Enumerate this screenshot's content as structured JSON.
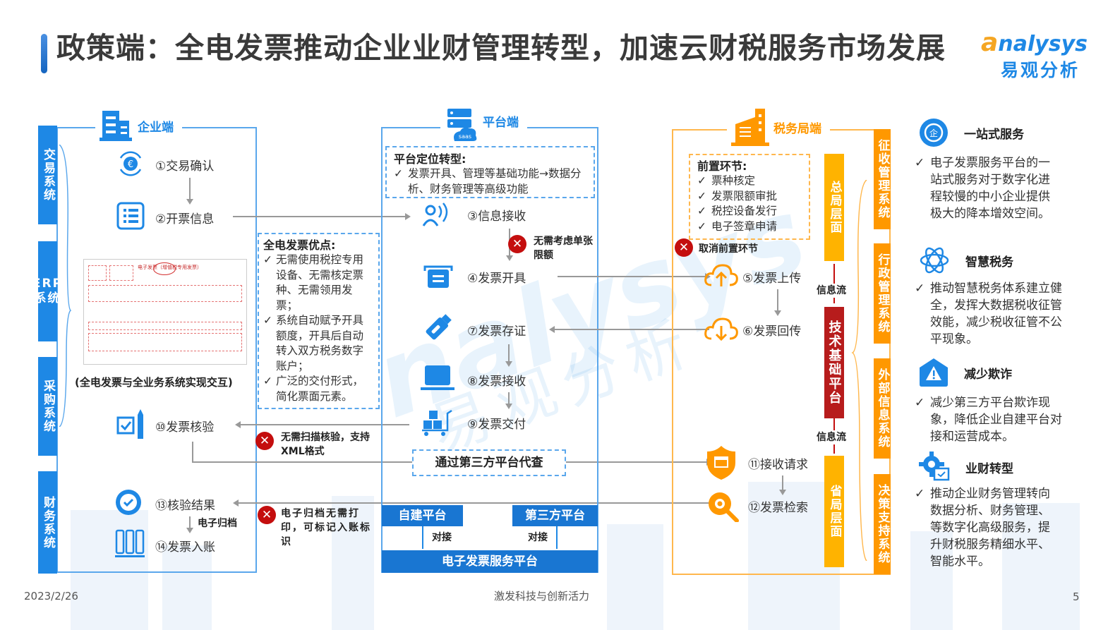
{
  "title": "政策端：全电发票推动企业业财管理转型，加速云财税服务市场发展",
  "logo": {
    "en_a": "a",
    "en_rest": "nalysys",
    "cn": "易观分析"
  },
  "watermark": {
    "en": "nalysys",
    "cn": "易观分析"
  },
  "enterprise": {
    "title": "企业端",
    "systems": [
      "交易系统",
      "ERP系统",
      "采购系统",
      "财务系统"
    ],
    "steps": {
      "s1": "①交易确认",
      "s2": "②开票信息",
      "s10": "⑩发票核验",
      "s13": "⑬核验结果",
      "s14": "⑭发票入账"
    },
    "archive_label": "电子归档",
    "invoice_caption": "(全电发票与全业务系统实现交互)",
    "invoice_title": "电子发票（增值税专用发票）"
  },
  "advantages": {
    "head": "全电发票优点:",
    "items": [
      "无需使用税控专用设备、无需核定票种、无需领用发票；",
      "系统自动赋予开具额度，开具后自动转入双方税务数字账户；",
      "广泛的交付形式，简化票面元素。"
    ]
  },
  "notes": {
    "no_limit": "无需考虑单张限额",
    "no_scan": "无需扫描核验，支持XML格式",
    "no_print": "电子归档无需打印，可标记入账标识",
    "cancel_pre": "取消前置环节"
  },
  "platform": {
    "title": "平台端",
    "saas": "saas",
    "position_head": "平台定位转型:",
    "position_item": "发票开具、管理等基础功能→数据分析、财务管理等高级功能",
    "steps": {
      "s3": "③信息接收",
      "s4": "④发票开具",
      "s7": "⑦发票存证",
      "s8": "⑧发票接收",
      "s9": "⑨发票交付"
    },
    "third_party_query": "通过第三方平台代查",
    "self_built": "自建平台",
    "third_party": "第三方平台",
    "connect": "对接",
    "service_platform": "电子发票服务平台"
  },
  "tax": {
    "title": "税务局端",
    "pre_head": "前置环节:",
    "pre_items": [
      "票种核定",
      "发票限额审批",
      "税控设备发行",
      "电子签章申请"
    ],
    "steps": {
      "s5": "⑤发票上传",
      "s6": "⑥发票回传",
      "s11": "⑪接收请求",
      "s12": "⑫发票检索"
    },
    "hq_level": "总局层面",
    "tech_platform": "技术基础平台",
    "province_level": "省局层面",
    "info_flow": "信息流",
    "systems": [
      "征收管理系统",
      "行政管理系统",
      "外部信息系统",
      "决策支持系统"
    ]
  },
  "benefits": [
    {
      "icon": "enterprise-circle-icon",
      "title": "一站式服务",
      "text": "电子发票服务平台的一站式服务对于数字化进程较慢的中小企业提供极大的降本增效空间。"
    },
    {
      "icon": "atom-icon",
      "title": "智慧税务",
      "text": "推动智慧税务体系建立健全，发挥大数据税收征管效能，减少税收征管不公平现象。"
    },
    {
      "icon": "warning-icon",
      "title": "减少欺诈",
      "text": "减少第三方平台欺诈现象，降低企业自建平台对接和运营成本。"
    },
    {
      "icon": "gear-check-icon",
      "title": "业财转型",
      "text": "推动企业财务管理转向数据分析、财务管理、等数字化高级服务，提升财税服务精细水平、智能水平。"
    }
  ],
  "check": "✓",
  "footer": {
    "date": "2023/2/26",
    "slogan": "激发科技与创新活力",
    "page": "5"
  },
  "colors": {
    "blue": "#1e88e5",
    "orange": "#ff9800",
    "red": "#c40e0e",
    "dark_red": "#b71c1c"
  }
}
